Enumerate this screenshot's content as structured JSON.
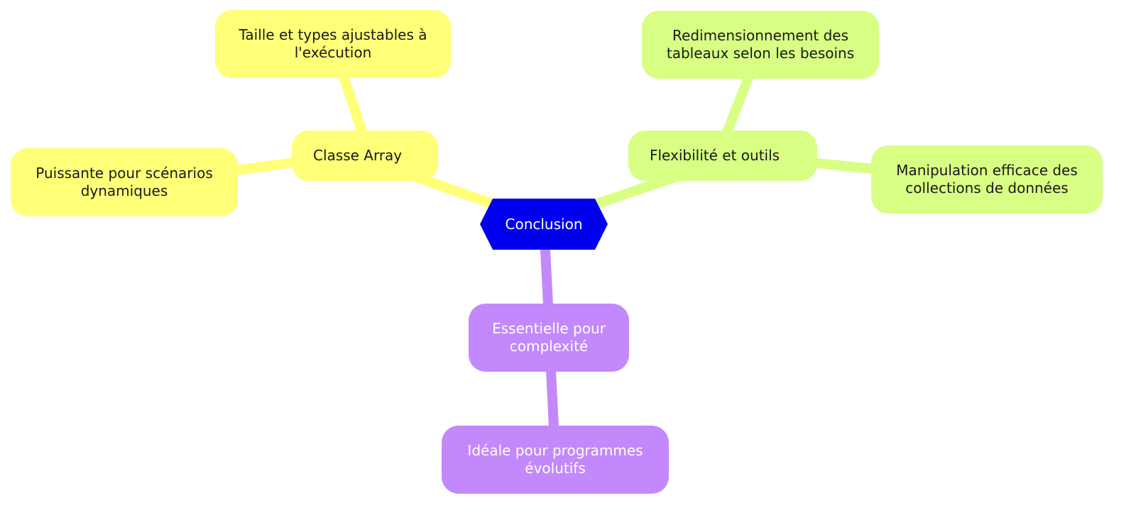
{
  "diagram": {
    "type": "mindmap",
    "root": {
      "label": "Conclusion",
      "color": "#0000ee"
    },
    "branches": [
      {
        "label": "Classe Array",
        "color": "#ffff78",
        "children": [
          {
            "label": "Taille et types ajustables à l'exécution"
          },
          {
            "label": "Puissante pour scénarios dynamiques"
          }
        ]
      },
      {
        "label": "Flexibilité et outils",
        "color": "#d8ff84",
        "children": [
          {
            "label": "Redimensionnement des tableaux selon les besoins"
          },
          {
            "label": "Manipulation efficace des collections de données"
          }
        ]
      },
      {
        "label": "Essentielle pour complexité",
        "color": "#c388fc",
        "children": [
          {
            "label": "Idéale pour programmes évolutifs"
          }
        ]
      }
    ]
  }
}
